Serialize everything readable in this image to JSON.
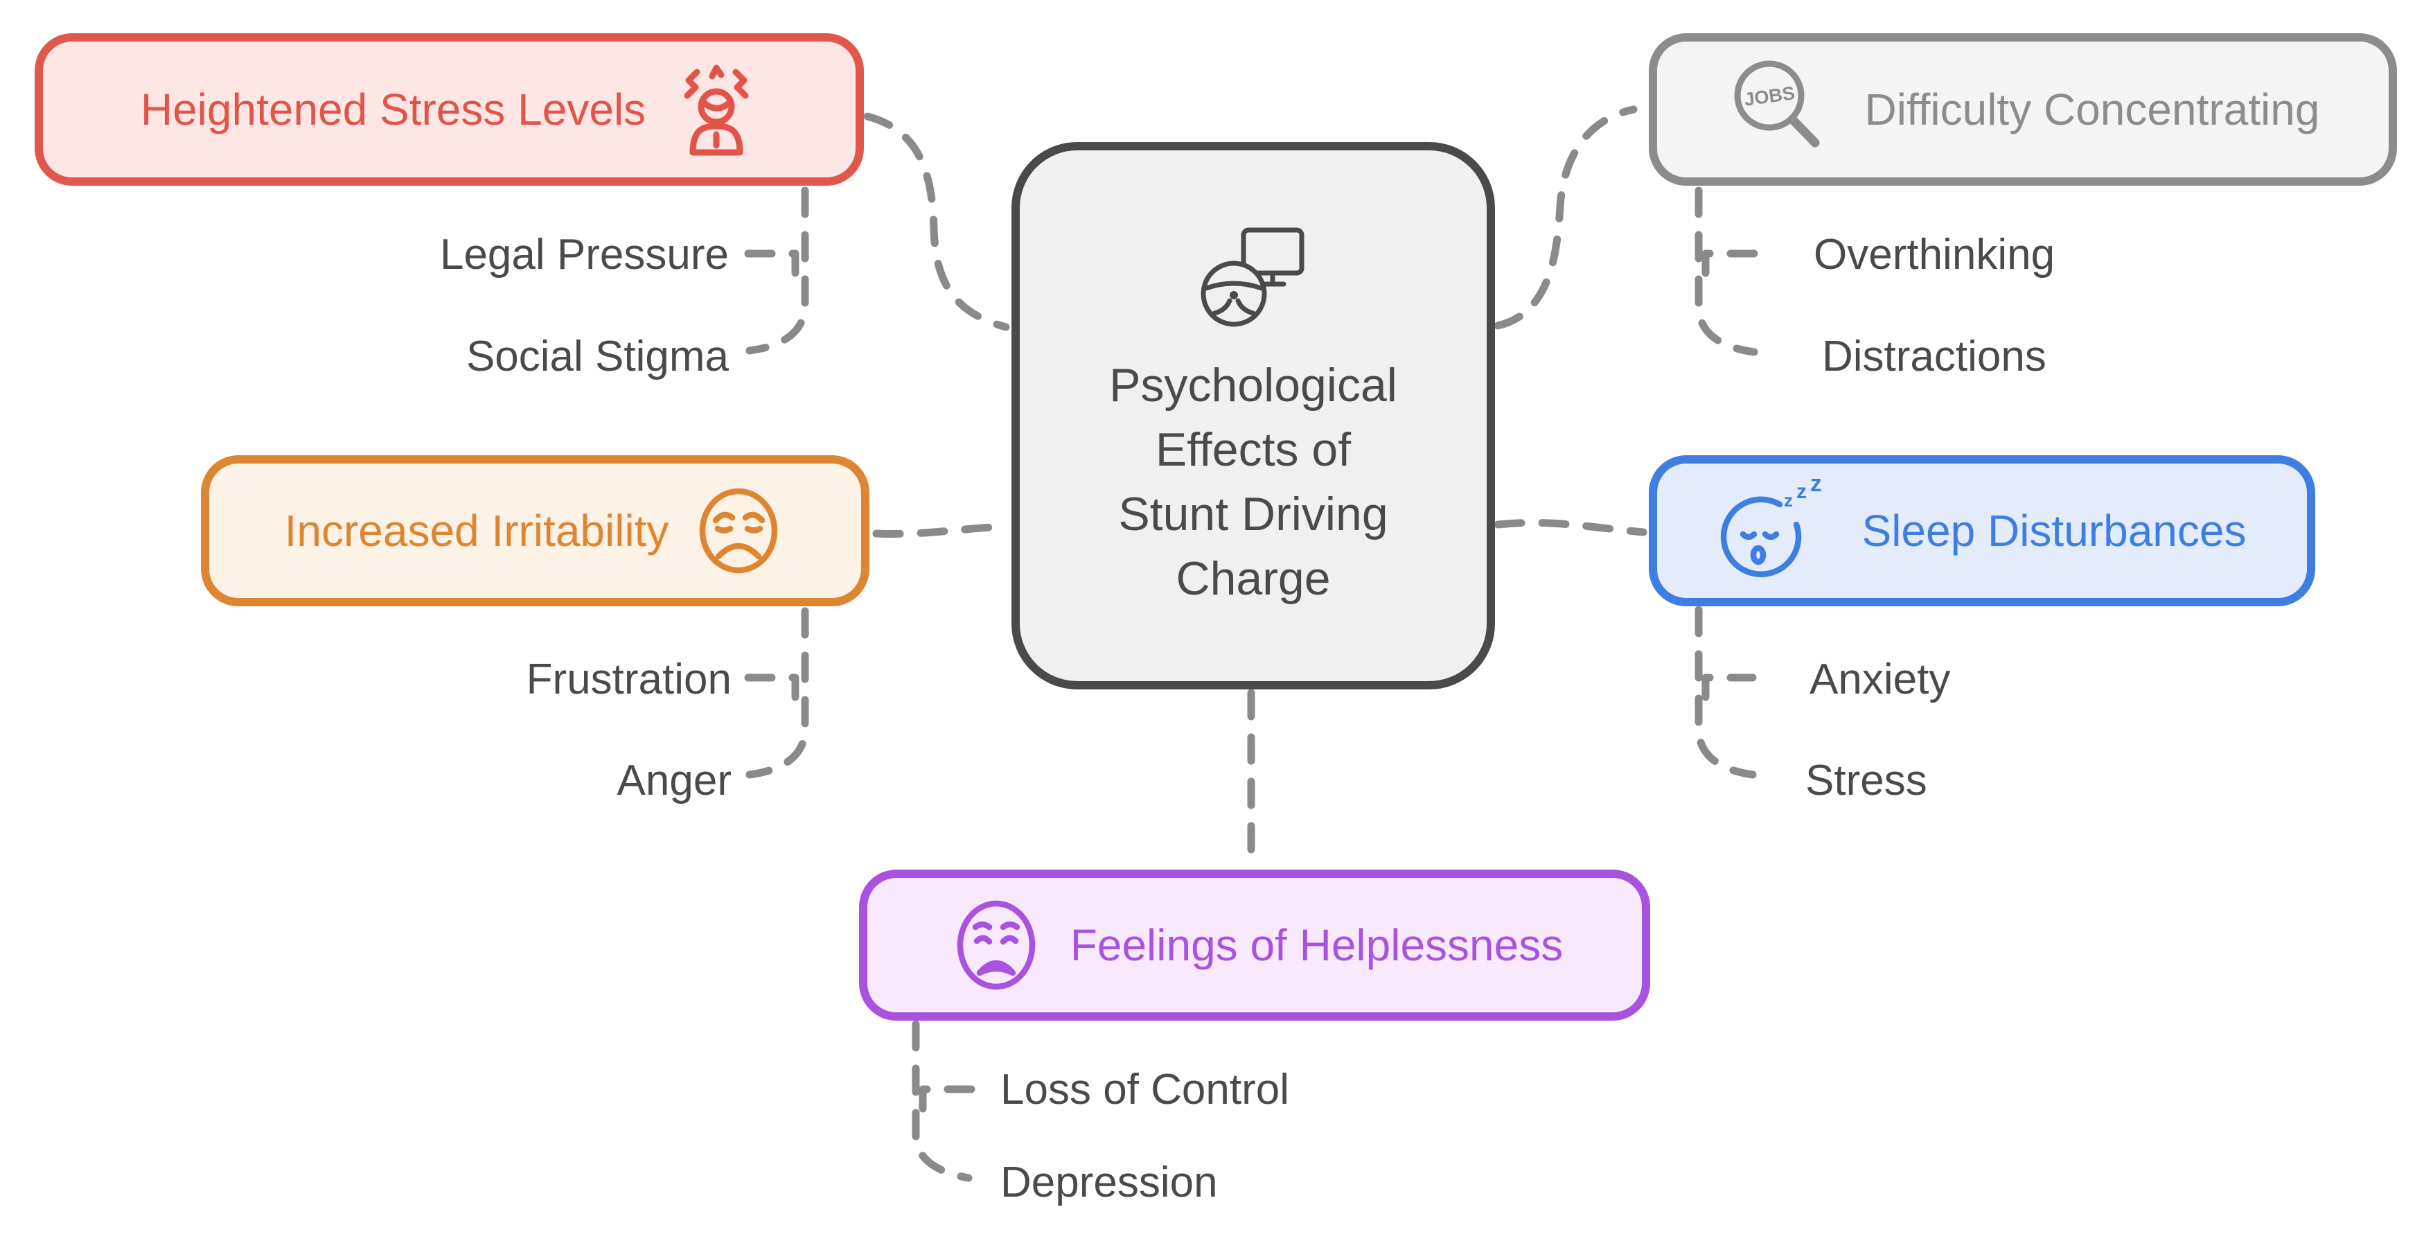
{
  "diagram": {
    "center": {
      "title": "Psychological Effects of Stunt Driving Charge",
      "title_lines": [
        "Psychological",
        "Effects of",
        "Stunt Driving",
        "Charge"
      ],
      "icon": "steering-wheel-and-monitor-icon"
    },
    "branches": [
      {
        "label": "Heightened Stress Levels",
        "icon": "stressed-person-icon",
        "color": "#e2574c",
        "fill": "#fde6e4",
        "children": [
          {
            "label": "Legal Pressure"
          },
          {
            "label": "Social Stigma"
          }
        ]
      },
      {
        "label": "Difficulty Concentrating",
        "icon": "jobs-magnifier-icon",
        "color": "#8c8c8c",
        "fill": "#f4f4f4",
        "children": [
          {
            "label": "Overthinking"
          },
          {
            "label": "Distractions"
          }
        ]
      },
      {
        "label": "Increased Irritability",
        "icon": "angry-face-icon",
        "color": "#de8531",
        "fill": "#fdf2e6",
        "children": [
          {
            "label": "Frustration"
          },
          {
            "label": "Anger"
          }
        ]
      },
      {
        "label": "Sleep Disturbances",
        "icon": "sleepy-face-icon",
        "color": "#3e7ee2",
        "fill": "#e4ecfb",
        "children": [
          {
            "label": "Anxiety"
          },
          {
            "label": "Stress"
          }
        ]
      },
      {
        "label": "Feelings of Helplessness",
        "icon": "weary-face-icon",
        "color": "#aa52e0",
        "fill": "#f8e9fe",
        "children": [
          {
            "label": "Loss of Control"
          },
          {
            "label": "Depression"
          }
        ]
      }
    ],
    "colors": {
      "connector": "#8a8a8a",
      "leaf_text": "#4a4a4a",
      "center_border": "#4a4a4a",
      "center_fill": "#f0f0f0"
    },
    "icons": {
      "jobs_text": "JOBS",
      "z1": "z",
      "z2": "z",
      "z3": "z"
    }
  }
}
